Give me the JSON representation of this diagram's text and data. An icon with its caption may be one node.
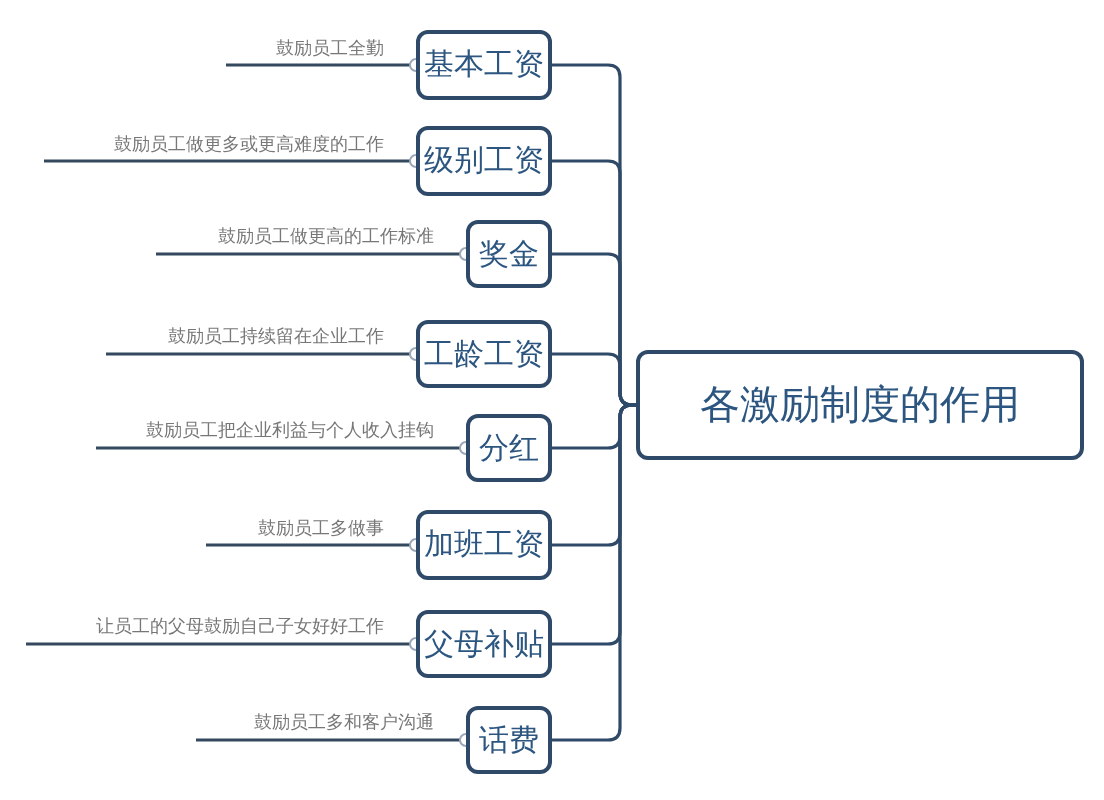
{
  "diagram": {
    "nodes": [
      {
        "text": [
          "各激励制度的作用"
        ]
      },
      {
        "text": [
          "基本工资"
        ]
      },
      {
        "text": [
          "级别工资"
        ]
      },
      {
        "text": [
          "奖金"
        ]
      },
      {
        "text": [
          "工龄工资"
        ]
      },
      {
        "text": [
          "分红"
        ]
      },
      {
        "text": [
          "加班工资"
        ]
      },
      {
        "text": [
          "父母补贴"
        ]
      },
      {
        "text": [
          "话费"
        ]
      },
      {
        "text": [
          "鼓励员工全勤"
        ]
      },
      {
        "text": [
          "鼓励员工做更多或更高难度的工作"
        ]
      },
      {
        "text": [
          "鼓励员工做更高的工作标准"
        ]
      },
      {
        "text": [
          "鼓励员工持续留在企业工作"
        ]
      },
      {
        "text": [
          "鼓励员工把企业利益与个人收入挂钩"
        ]
      },
      {
        "text": [
          "鼓励员工多做事"
        ]
      },
      {
        "text": [
          "让员工的父母鼓励自己子女好好工作"
        ]
      },
      {
        "text": [
          "鼓励员工多和客户沟通"
        ]
      }
    ],
    "edges": [
      {
        "from": 0,
        "to": 1,
        "arrow": "none"
      },
      {
        "from": 0,
        "to": 2,
        "arrow": "none"
      },
      {
        "from": 0,
        "to": 3,
        "arrow": "none"
      },
      {
        "from": 0,
        "to": 4,
        "arrow": "none"
      },
      {
        "from": 0,
        "to": 5,
        "arrow": "none"
      },
      {
        "from": 0,
        "to": 6,
        "arrow": "none"
      },
      {
        "from": 0,
        "to": 7,
        "arrow": "none"
      },
      {
        "from": 0,
        "to": 8,
        "arrow": "none"
      },
      {
        "from": 1,
        "to": 9,
        "arrow": "other"
      },
      {
        "from": 2,
        "to": 10,
        "arrow": "other"
      },
      {
        "from": 3,
        "to": 11,
        "arrow": "other"
      },
      {
        "from": 4,
        "to": 12,
        "arrow": "other"
      },
      {
        "from": 5,
        "to": 13,
        "arrow": "other"
      },
      {
        "from": 6,
        "to": 14,
        "arrow": "other"
      },
      {
        "from": 7,
        "to": 15,
        "arrow": "other"
      },
      {
        "from": 8,
        "to": 16,
        "arrow": "other"
      }
    ]
  }
}
